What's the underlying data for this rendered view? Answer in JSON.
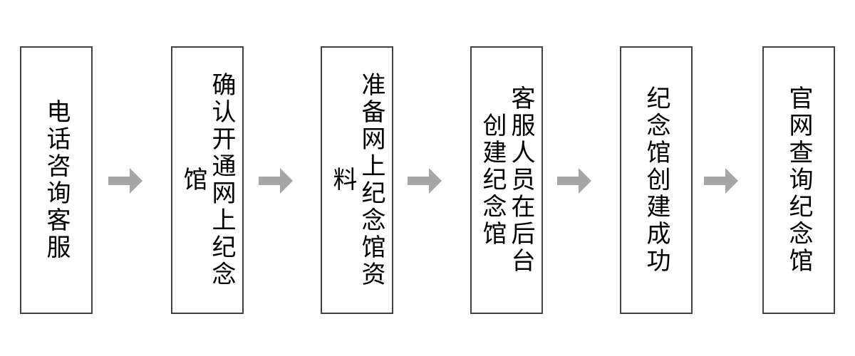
{
  "diagram": {
    "type": "horizontal-process-flow",
    "orientation": "left-to-right",
    "text_direction": "vertical-rl",
    "background_color": "#ffffff",
    "node_border_color": "#404040",
    "node_fill_color": "#ffffff",
    "node_text_color": "#000000",
    "arrow_color": "#a6a6a6",
    "node_count": 6,
    "arrow_count": 5,
    "nodes": [
      {
        "id": "node-1",
        "step": 1,
        "label": "电话咨询客服"
      },
      {
        "id": "node-2",
        "step": 2,
        "label": "确认开通网上纪念馆"
      },
      {
        "id": "node-3",
        "step": 3,
        "label": "准备网上纪念馆资料"
      },
      {
        "id": "node-4",
        "step": 4,
        "label": "客服人员在后台创建纪念馆"
      },
      {
        "id": "node-5",
        "step": 5,
        "label": "纪念馆创建成功"
      },
      {
        "id": "node-6",
        "step": 6,
        "label": "官网查询纪念馆"
      }
    ],
    "arrows": [
      {
        "id": "arrow-1",
        "from": "node-1",
        "to": "node-2",
        "glyph": "right-arrow"
      },
      {
        "id": "arrow-2",
        "from": "node-2",
        "to": "node-3",
        "glyph": "right-arrow"
      },
      {
        "id": "arrow-3",
        "from": "node-3",
        "to": "node-4",
        "glyph": "right-arrow"
      },
      {
        "id": "arrow-4",
        "from": "node-4",
        "to": "node-5",
        "glyph": "right-arrow"
      },
      {
        "id": "arrow-5",
        "from": "node-5",
        "to": "node-6",
        "glyph": "right-arrow"
      }
    ]
  }
}
